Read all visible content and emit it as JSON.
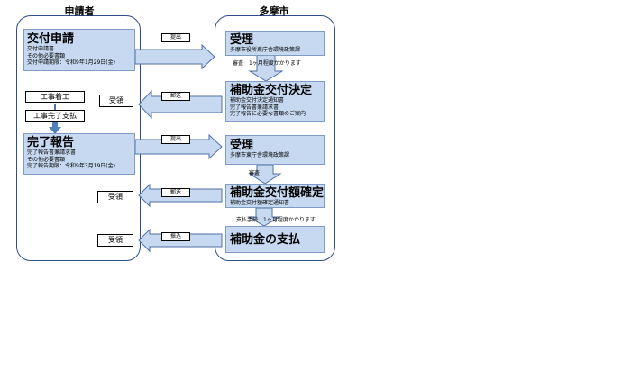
{
  "applicant_title": "申請者",
  "city_title": "多摩市",
  "applicant": {
    "apply": {
      "title": "交付申請",
      "lines": [
        "交付申請書",
        "その他必要書類",
        "交付申請期限：令和9年1月29日(金)"
      ]
    },
    "receive1": "受領",
    "start_work": "工事着工",
    "finish_work": "工事完了支払",
    "report": {
      "title": "完了報告",
      "lines": [
        "完了報告書兼請求書",
        "その他必要書類",
        "完了報告期限：令和9年3月19日(金)"
      ]
    },
    "receive2": "受領",
    "receive3": "受領"
  },
  "city": {
    "accept1": {
      "title": "受理",
      "lines": [
        "多摩市役所東庁舎環境政策課"
      ]
    },
    "review1_note": "審査　1ヶ月程度かかります",
    "decision": {
      "title": "補助金交付決定",
      "lines": [
        "補助金交付決定通知書",
        "完了報告書兼請求書",
        "完了報告に必要な書類のご案内"
      ]
    },
    "accept2": {
      "title": "受理",
      "lines": [
        "多摩市東庁舎環境政策課"
      ]
    },
    "review2_note": "審査",
    "confirm": {
      "title": "補助金交付額確定",
      "lines": [
        "補助金交付額確定通知書"
      ]
    },
    "payment_note": "支払手続　1ヶ月程度かかります",
    "payment": {
      "title": "補助金の支払"
    }
  },
  "arrows": {
    "submit1": "提出",
    "mail1": "郵送",
    "submit2": "提出",
    "mail2": "郵送",
    "transfer": "振込"
  },
  "colors": {
    "panel_fill": "#c6d9f0",
    "panel_border": "#7f9cc5",
    "lane_border": "#2d4e86"
  }
}
